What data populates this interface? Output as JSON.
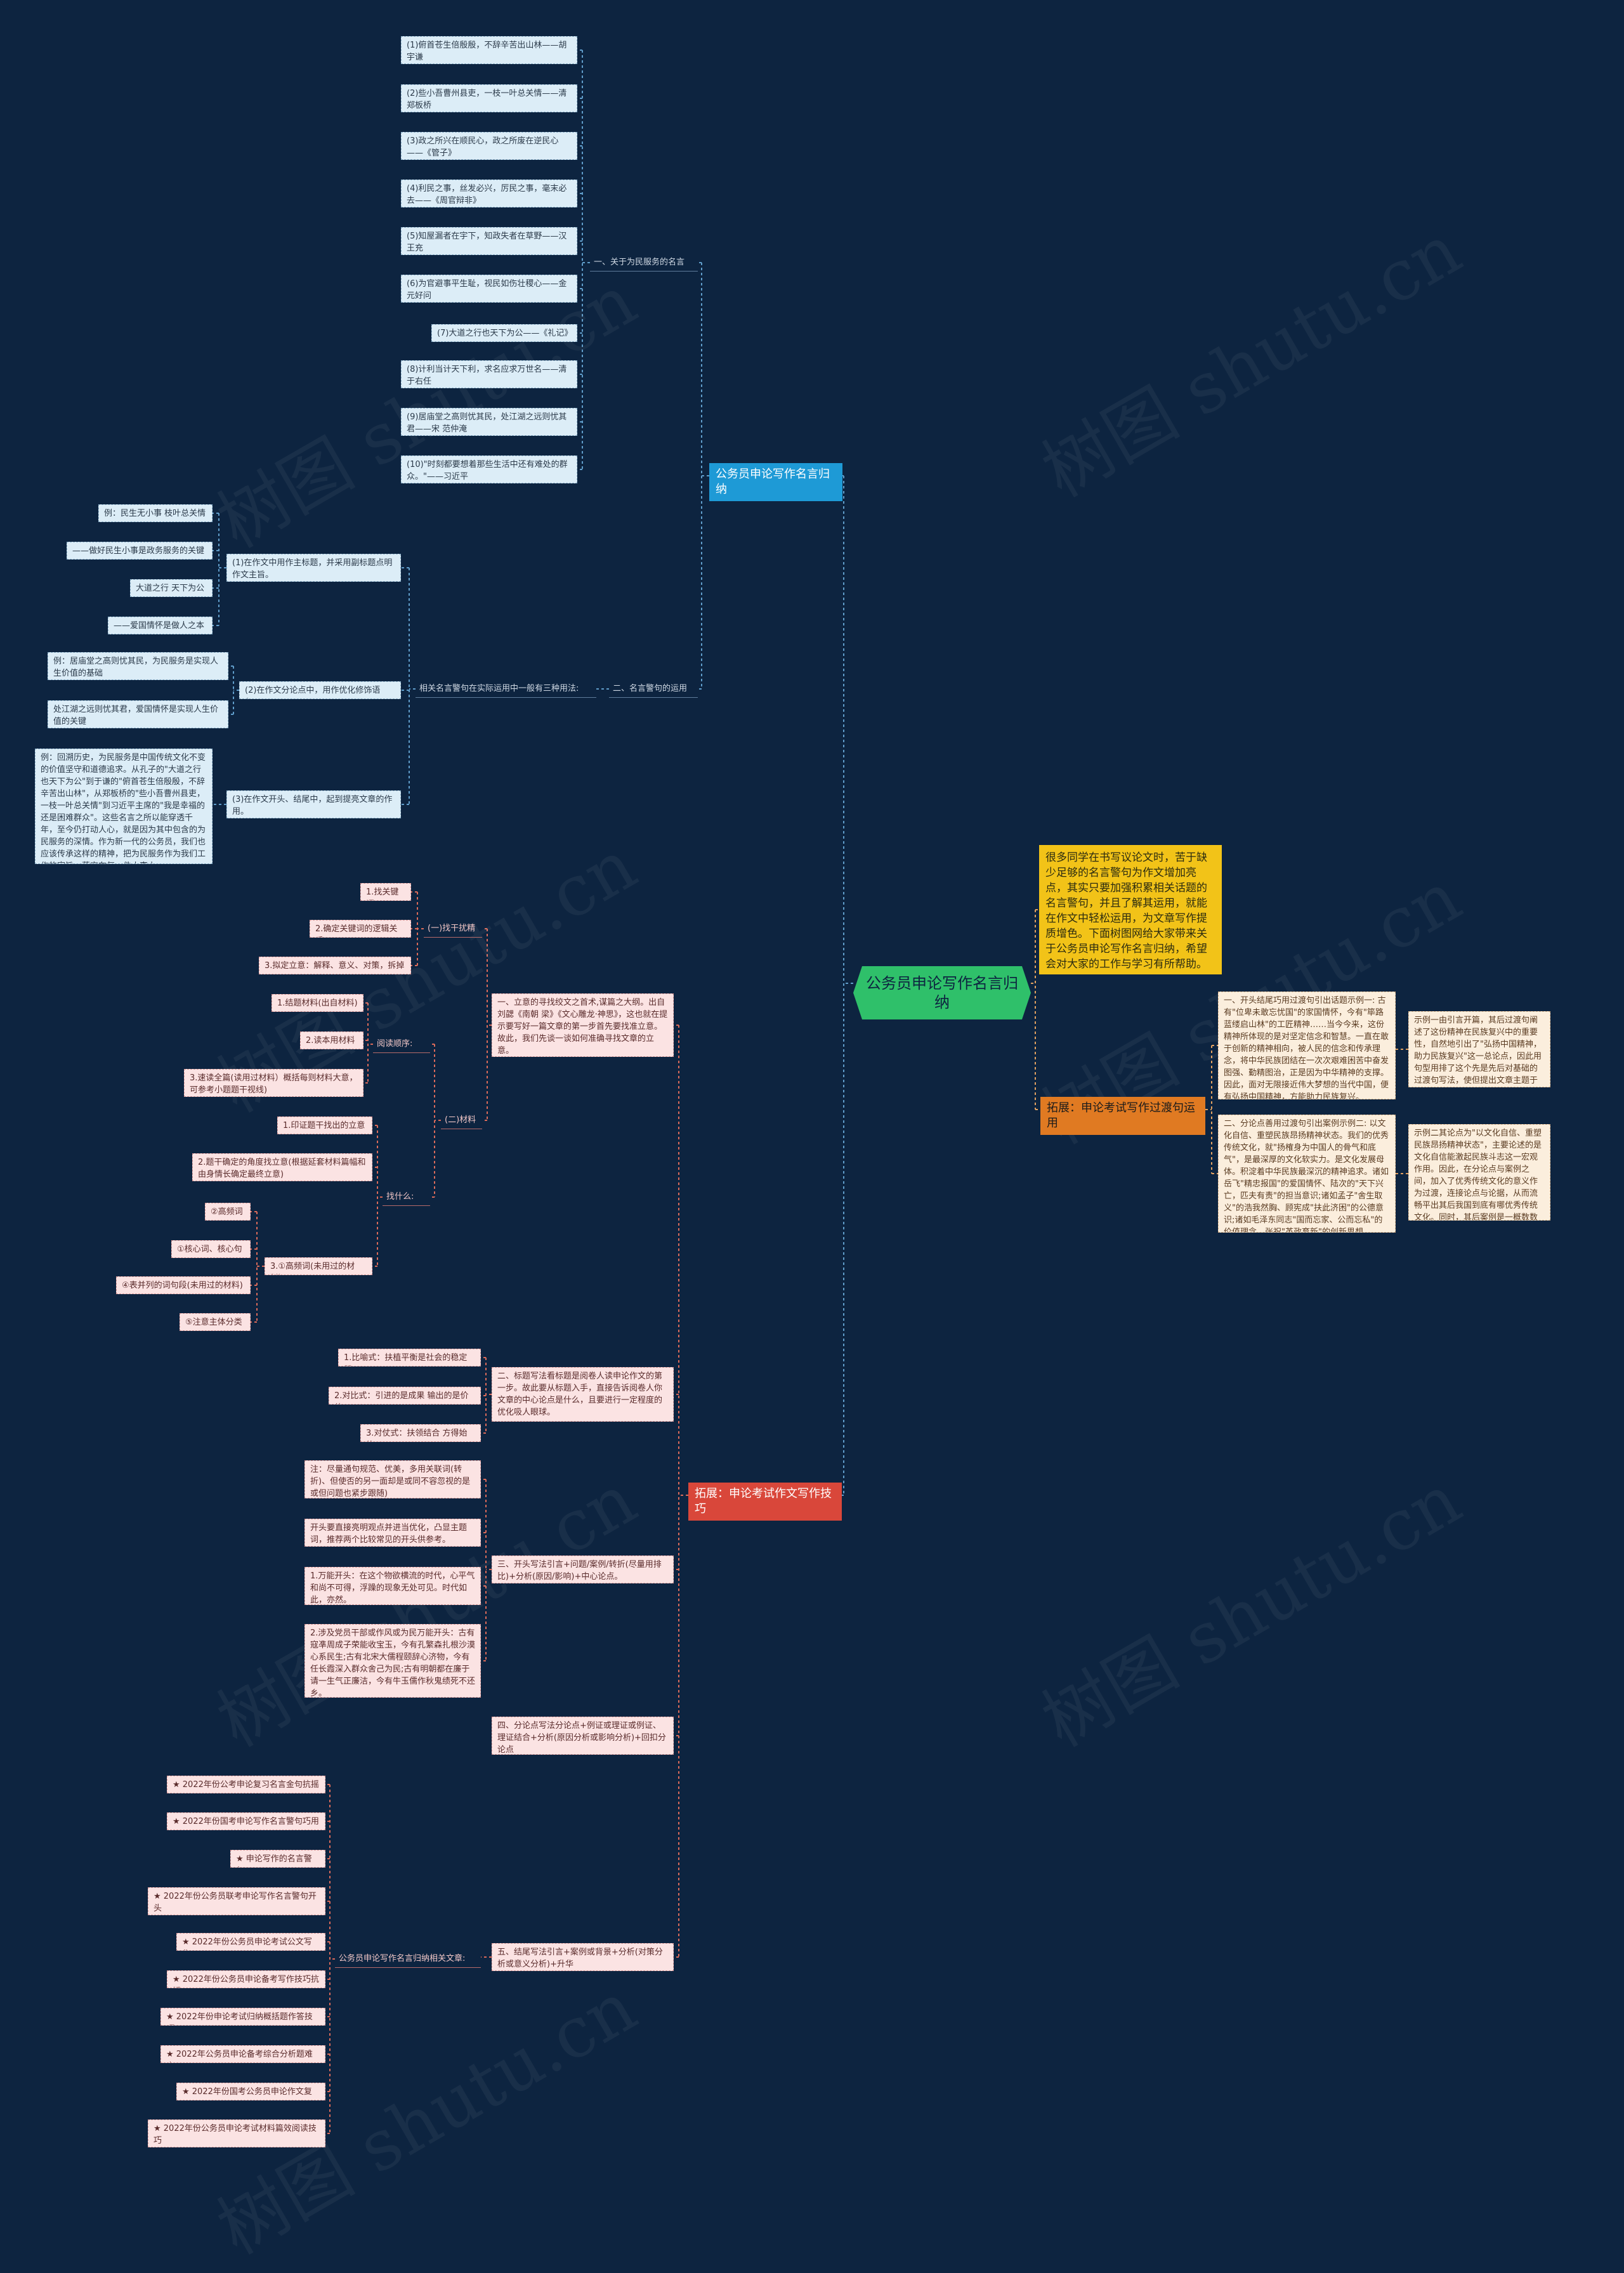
{
  "watermark": "树图 shutu.cn",
  "colors": {
    "background": "#0d2440",
    "line_blue": "#5f9cc9",
    "line_red": "#d96a5a",
    "line_orange": "#e0a060"
  },
  "root": "公务员申论写作名言归纳",
  "intro": "很多同学在书写议论文时，苦于缺少足够的名言警句为作文增加亮点，其实只要加强积累相关话题的名言警句，并且了解其运用，就能在作文中轻松运用，为文章写作提质增色。下面树图网给大家带来关于公务员申论写作名言归纳，希望会对大家的工作与学习有所帮助。",
  "branches": {
    "quotes": "公务员申论写作名言归纳",
    "skills": "拓展：申论考试作文写作技巧",
    "opening": "拓展：申论考试写作过渡句运用"
  },
  "quotes_section": {
    "cat1": "一、关于为民服务的名言",
    "cat1_items": [
      "(1)俯首苍生倍殷殷，不辞辛苦出山林——胡宇谦",
      "(2)些小吾曹州县吏，一枝一叶总关情——清 郑板桥",
      "(3)政之所兴在顺民心，政之所废在逆民心——《管子》",
      "(4)利民之事，丝发必兴，厉民之事，毫末必去——《周官辩非》",
      "(5)知屋漏者在宇下，知政失者在草野——汉 王充",
      "(6)为官避事平生耻，视民如伤壮稷心——金元好问",
      "(7)大道之行也天下为公——《礼记》",
      "(8)计利当计天下利，求名应求万世名——清于右任",
      "(9)居庙堂之高则忧其民，处江湖之远则忧其君——宋 范仲淹",
      "(10)\"时刻都要想着那些生活中还有难处的群众。\"——习近平"
    ],
    "cat2": "二、名言警句的运用",
    "cat2_sub": "相关名言警句在实际运用中一般有三种用法:",
    "usages": [
      {
        "title": "(1)在作文中用作主标题，并采用副标题点明作文主旨。",
        "examples": [
          "例：民生无小事 枝叶总关情",
          "——做好民生小事是政务服务的关键",
          "大道之行 天下为公",
          "——爱国情怀是做人之本"
        ]
      },
      {
        "title": "(2)在作文分论点中，用作优化修饰语句。",
        "examples": [
          "例：居庙堂之高则忧其民，为民服务是实现人生价值的基础",
          "处江湖之远则忧其君，爱国情怀是实现人生价值的关键"
        ]
      },
      {
        "title": "(3)在作文开头、结尾中，起到提亮文章的作用。",
        "examples": [
          "例：回溯历史，为民服务是中国传统文化不变的价值坚守和道德追求。从孔子的\"大道之行也天下为公\"到于谦的\"俯首苍生倍殷殷，不辞辛苦出山林\"，从郑板桥的\"些小吾曹州县吏，一枝一叶总关情\"到习近平主席的\"我是幸福的还是困难群众\"。这些名言之所以能穿透千年，至今仍打动人心，就是因为其中包含的为民服务的深情。作为新一代的公务员，我们也应该传承这样的精神，把为民服务作为我们工作的宗旨，落实在每一件小事上。"
        ]
      }
    ]
  },
  "skills_section": {
    "s1": "一、立意的寻找绞文之首术,谋篇之大纲。出自刘勰《南朝 梁》《文心雕龙·神思》，这也就在提示要写好一篇文章的第一步首先要找准立意。故此，我们先谈一谈如何准确寻找文章的立意。",
    "s1_a": "(一)找干扰精",
    "s1_a_items": [
      "1.找关键词",
      "2.确定关键词的逻辑关系",
      "3.拟定立意：解释、意义、对策，拆掉"
    ],
    "s1_b": "(二)材料",
    "s1_b_read": "阅读顺序:",
    "s1_b_read_items": [
      "1.结题材料(出自材料)",
      "2.读本用材料",
      "3.速读全篇(读用过材料）概括每则材料大意，可参考小题题干视线)"
    ],
    "s1_b_find": "找什么:",
    "s1_b_find_items": [
      "1.印证题干找出的立意",
      "2.题干确定的角度找立意(根据延套材料篇幅和由身情长确定最终立意)"
    ],
    "s1_b_find_3": "3.①高频词(未用过的材料）",
    "s1_b_find_3_items": [
      "②高频词",
      "①核心词、核心句",
      "④表并列的词句段(未用过的材料)",
      "⑤注意主体分类"
    ],
    "s2": "二、标题写法看标题是阅卷人读申论作文的第一步。故此要从标题入手，直接告诉阅卷人你文章的中心论点是什么，且要进行一定程度的优化吸人眼球。",
    "s2_items": [
      "1.比喻式：扶植平衡是社会的稳定器",
      "2.对比式：引进的是成果 输出的是价值",
      "3.对仗式：扶领结合 方得始终"
    ],
    "s3": "三、开头写法引言+问题/案例/转折(尽量用排比)+分析(原因/影响)+中心论点。",
    "s3_items": [
      "注：尽量通句规范、优美，多用关联词(转折)、但使否的另一面却是或同不容忽视的是或但问题也紧步跟随)",
      "开头要直接亮明观点并进当优化，凸显主题词，推荐两个比较常见的开头供参考。",
      "1.万能开头：在这个物欲横流的时代，心平气和尚不可得，浮躁的现象无处可见。时代如此，亦然。",
      "2.涉及党员干部或作风或为民万能开头：古有寇凖周成子荣能收宝玉，今有孔繁森扎根沙漠心系民生;古有北宋大儒程颐辞心济物，今有任长霞深入群众舍己为民;古有明朝都在廉于请一生气正廉洁，今有牛玉儒作秋鬼绩死不还乡。"
    ],
    "s4": "四、分论点写法分论点+例证或理证或例证、理证结合+分析(原因分析或影响分析)+回扣分论点",
    "s5": "五、结尾写法引言+案例或背景+分析(对策分析或意义分析)+升华",
    "related_label": "公务员申论写作名言归纳相关文章:",
    "related": [
      "★ 2022年份公考申论复习名言金句抗摇",
      "★ 2022年份国考申论写作名言警句巧用",
      "★ 申论写作的名言警句",
      "★ 2022年份公务员联考申论写作名言警句开头",
      "★ 2022年份公务员申论考试公文写作",
      "★ 2022年份公务员申论备考写作技巧抗摇",
      "★ 2022年份申论考试归纳概括题作答技巧",
      "★ 2022年公务员申论备考综合分析题难点",
      "★ 2022年份国考公务员申论作文复习",
      "★ 2022年份公务员申论考试材料篇效阅读技巧"
    ]
  },
  "opening_section": {
    "items": [
      "一、开头结尾巧用过渡句引出话题示例一: 古有\"位卑未敢忘忧国\"的家国情怀，今有\"筚路蓝缕启山林\"的工匠精神……当今今来，这份精神所体现的是对坚定信念和智慧。一直在敢于创新的精神相向，被人民的信念和传承理念，将中华民族团结在一次次艰难困苦中奋发图强、勤精图治，正是因为中华精神的支撑。因此，面对无限接近伟大梦想的当代中国，便有弘扬中国精神，方能助力民族复兴。",
      "二、分论点善用过渡句引出案例示例二: 以文化自信、重塑民族昂扬精神状态。我们的优秀传统文化，就\"扬榷身为中国人的骨气和底气\"，是最深厚的文化软实力。是文化发展母体。积淀着中华民族最深沉的精神追求。诸如岳飞\"精忠报国\"的爱国情怀、陆次的\"天下兴亡，匹夫有责\"的担当意识;诸如孟子\"舍生取义\"的浩我然胸、顾宪成\"扶此济困\"的公德意识;诸如毛泽东同志\"国而忘家、公而忘私\"的价值理念、张祝\"革政育新\"的创新思想……"
    ],
    "notes": [
      "示例一由引言开篇，其后过渡句阐述了这份精神在民族复兴中的重要性，自然地引出了\"弘扬中国精神，助力民族复兴\"这一总论点，因此用句型用排了这个先是先后对基础的过渡句写法，使但提出文章主题于为历史的时候。",
      "示例二其论点为\"以文化自信、重塑民族昂扬精神状态\"，主要论述的是文化自信能激起民族斗志这一宏观作用。因此，在分论点与案例之间，加入了优秀传统文化的意义作为过渡，连接论点与论据，从而流畅平出其后我国到底有哪优秀传统文化。同时，其后案例是一概数数我国古往今来的优秀文化内核，用意义连接也可不数案例突兀。"
    ]
  }
}
